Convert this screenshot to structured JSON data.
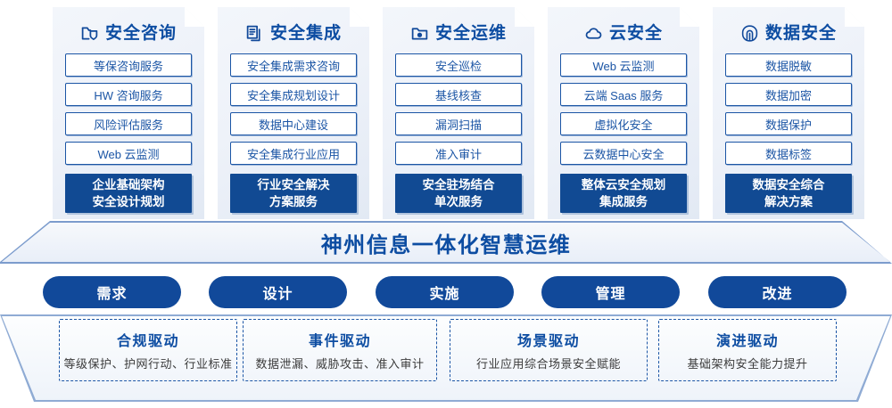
{
  "columns": [
    {
      "icon": "folder-shield-icon",
      "title": "安全咨询",
      "items": [
        "等保咨询服务",
        "HW 咨询服务",
        "风险评估服务",
        "Web 云监测"
      ],
      "highlight": [
        "企业基础架构",
        "安全设计规划"
      ]
    },
    {
      "icon": "documents-stack-icon",
      "title": "安全集成",
      "items": [
        "安全集成需求咨询",
        "安全集成规划设计",
        "数据中心建设",
        "安全集成行业应用"
      ],
      "highlight": [
        "行业安全解决",
        "方案服务"
      ]
    },
    {
      "icon": "folder-chart-icon",
      "title": "安全运维",
      "items": [
        "安全巡检",
        "基线核查",
        "漏洞扫描",
        "准入审计"
      ],
      "highlight": [
        "安全驻场结合",
        "单次服务"
      ]
    },
    {
      "icon": "cloud-icon",
      "title": "云安全",
      "items": [
        "Web 云监测",
        "云端 Saas 服务",
        "虚拟化安全",
        "云数据中心安全"
      ],
      "highlight": [
        "整体云安全规划",
        "集成服务"
      ]
    },
    {
      "icon": "fingerprint-icon",
      "title": "数据安全",
      "items": [
        "数据脱敏",
        "数据加密",
        "数据保护",
        "数据标签"
      ],
      "highlight": [
        "数据安全综合",
        "解决方案"
      ]
    }
  ],
  "banner": {
    "text": "神州信息一体化智慧运维"
  },
  "pills": [
    {
      "label": "需求"
    },
    {
      "label": "设计"
    },
    {
      "label": "实施"
    },
    {
      "label": "管理"
    },
    {
      "label": "改进"
    }
  ],
  "drivers": [
    {
      "title": "合规驱动",
      "subtitle": "等级保护、护网行动、行业标准"
    },
    {
      "title": "事件驱动",
      "subtitle": "数据泄漏、威胁攻击、准入审计"
    },
    {
      "title": "场景驱动",
      "subtitle": "行业应用综合场景安全赋能"
    },
    {
      "title": "演进驱动",
      "subtitle": "基础架构安全能力提升"
    }
  ],
  "colors": {
    "brand_blue": "#0d4da2",
    "deep_blue": "#114a93",
    "outline_blue": "#1b55a5",
    "card_bg_top": "#f3f6fb",
    "card_bg_bottom": "#e2e9f4"
  }
}
